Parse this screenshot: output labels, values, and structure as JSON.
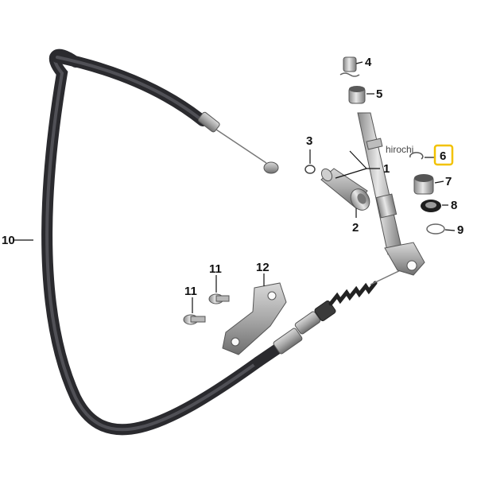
{
  "diagram": {
    "callouts": {
      "c1": "1",
      "c2": "2",
      "c3": "3",
      "c4": "4",
      "c5": "5",
      "c6": "6",
      "c7": "7",
      "c8": "8",
      "c9": "9",
      "c10": "10",
      "c11a": "11",
      "c11b": "11",
      "c12": "12"
    },
    "highlighted_callout": "6",
    "highlight_color": "#f2c200",
    "watermark": "hirochi"
  }
}
